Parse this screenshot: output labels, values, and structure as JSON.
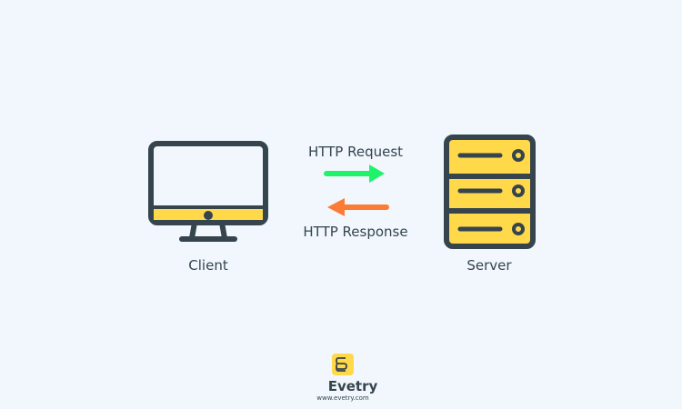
{
  "diagram": {
    "client_label": "Client",
    "server_label": "Server",
    "request_label": "HTTP Request",
    "response_label": "HTTP Response"
  },
  "brand": {
    "name": "Evetry",
    "url": "www.evetry.com"
  },
  "colors": {
    "background": "#f1f7fd",
    "dark": "#35444d",
    "yellow": "#ffd94a",
    "request_arrow": "#1ef36a",
    "response_arrow": "#fb7c35"
  }
}
